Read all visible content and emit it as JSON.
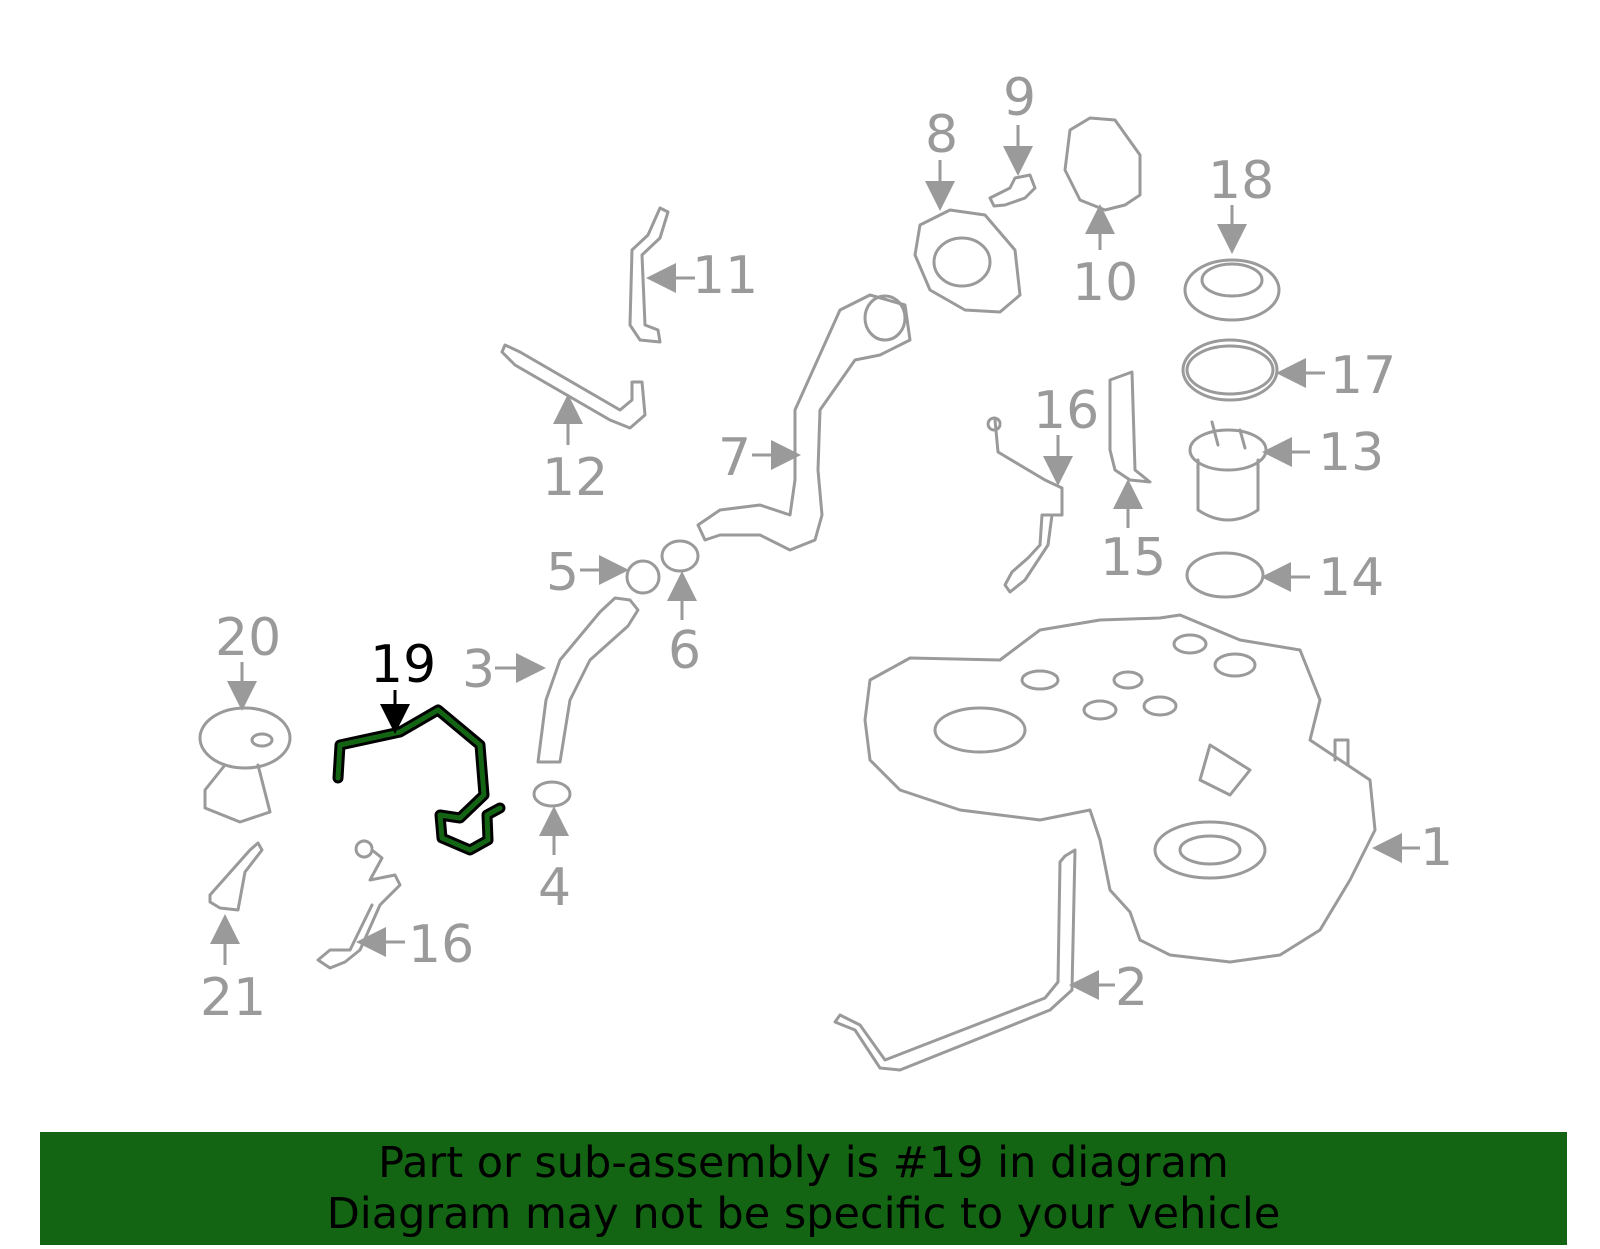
{
  "diagram": {
    "callouts": [
      "1",
      "2",
      "3",
      "4",
      "5",
      "6",
      "7",
      "8",
      "9",
      "10",
      "11",
      "12",
      "13",
      "14",
      "15",
      "16",
      "16",
      "17",
      "18",
      "19",
      "20",
      "21"
    ],
    "highlighted_part": "19",
    "highlight_color": "#136413",
    "part_color": "#9a9a9a"
  },
  "banner": {
    "line1": "Part or sub-assembly is #19 in diagram",
    "line2": "Diagram may not be specific to your vehicle",
    "background": "#136413"
  }
}
